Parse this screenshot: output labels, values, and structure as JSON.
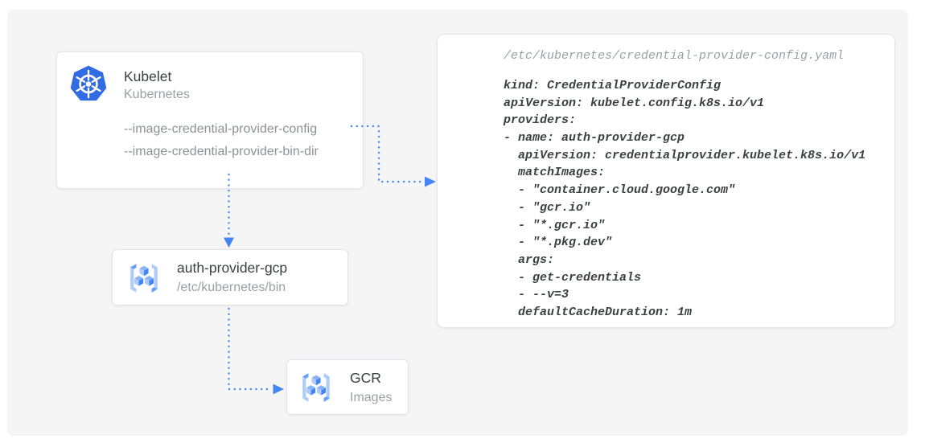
{
  "colors": {
    "panel_bg": "#f5f5f6",
    "card_bg": "#ffffff",
    "card_border": "#e3e5e8",
    "arrow_blue": "#4285f4",
    "kubernetes_blue": "#326ce5",
    "gcr_icon_light_blue": "#aecbfa",
    "gcr_icon_mid_blue": "#669df6",
    "title_text": "#3b3e42",
    "muted_text": "#9aa0a6",
    "flag_text": "#8d9297",
    "code_text": "#3c4043",
    "code_path_text": "#9aa0a6"
  },
  "nodes": {
    "kubelet": {
      "title": "Kubelet",
      "subtitle": "Kubernetes",
      "icon": "kubernetes-icon",
      "flags": [
        "--image-credential-provider-config",
        "--image-credential-provider-bin-dir"
      ]
    },
    "auth_provider": {
      "title": "auth-provider-gcp",
      "subtitle": "/etc/kubernetes/bin",
      "icon": "gcr-icon"
    },
    "gcr": {
      "title": "GCR",
      "subtitle": "Images",
      "icon": "gcr-icon"
    }
  },
  "config_file": {
    "path": "/etc/kubernetes/credential-provider-config.yaml",
    "yaml": [
      "kind: CredentialProviderConfig",
      "apiVersion: kubelet.config.k8s.io/v1",
      "providers:",
      "- name: auth-provider-gcp",
      "  apiVersion: credentialprovider.kubelet.k8s.io/v1",
      "  matchImages:",
      "  - \"container.cloud.google.com\"",
      "  - \"gcr.io\"",
      "  - \"*.gcr.io\"",
      "  - \"*.pkg.dev\"",
      "  args:",
      "  - get-credentials",
      "  - --v=3",
      "  defaultCacheDuration: 1m"
    ]
  },
  "edges": [
    {
      "from": "kubelet-flag-image-credential-provider-config",
      "to": "credential-provider-config-yaml",
      "style": "dotted-blue-arrow"
    },
    {
      "from": "kubelet",
      "to": "auth-provider-gcp",
      "style": "dotted-blue-arrow"
    },
    {
      "from": "auth-provider-gcp",
      "to": "gcr-images",
      "style": "dotted-blue-arrow"
    }
  ]
}
